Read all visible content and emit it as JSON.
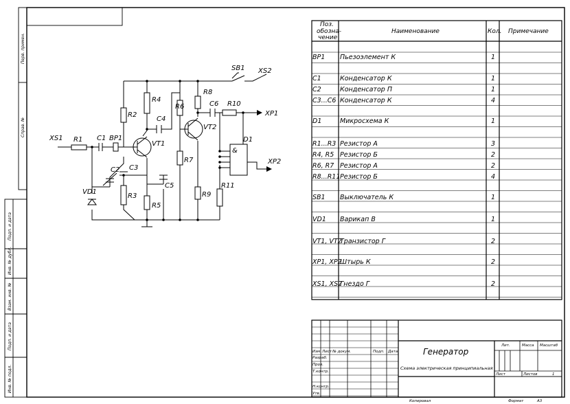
{
  "side_stamps": [
    "Перв. примен.",
    "Справ. №",
    "Подп. и дата",
    "Инв. № дубл.",
    "Взам. инв. №",
    "Подп. и дата",
    "Инв. № подл."
  ],
  "schematic": {
    "connectors": [
      "XS1",
      "XS2",
      "XP1",
      "XP2"
    ],
    "switch": "SB1",
    "resistors": [
      "R1",
      "R2",
      "R3",
      "R4",
      "R5",
      "R6",
      "R7",
      "R8",
      "R9",
      "R10",
      "R11"
    ],
    "capacitors": [
      "C1",
      "C2",
      "C3",
      "C4",
      "C5",
      "C6"
    ],
    "piezo": "BP1",
    "transistors": [
      "VT1",
      "VT2"
    ],
    "diode": "VD1",
    "chip": "D1",
    "gate_symbol": "&"
  },
  "parts_list": {
    "headers": {
      "pos": [
        "Поз.",
        "обозна-",
        "чение"
      ],
      "name": "Наименование",
      "qty": "Кол.",
      "note": "Примечание"
    },
    "rows": [
      {
        "pos": "BP1",
        "name": "Пьезоэлемент К",
        "qty": "1"
      },
      {
        "pos": "C1",
        "name": "Конденсатор К",
        "qty": "1"
      },
      {
        "pos": "C2",
        "name": "Конденсатор П",
        "qty": "1"
      },
      {
        "pos": "C3...C6",
        "name": "Конденсатор К",
        "qty": "4"
      },
      {
        "pos": "D1",
        "name": "Микросхема К",
        "qty": "1"
      },
      {
        "pos": "R1...R3",
        "name": "Резистор А",
        "qty": "3"
      },
      {
        "pos": "R4, R5",
        "name": "Резистор Б",
        "qty": "2"
      },
      {
        "pos": "R6, R7",
        "name": "Резистор А",
        "qty": "2"
      },
      {
        "pos": "R8...R11",
        "name": "Резистор Б",
        "qty": "4"
      },
      {
        "pos": "SB1",
        "name": "Выключатель К",
        "qty": "1"
      },
      {
        "pos": "VD1",
        "name": "Варикап В",
        "qty": "1"
      },
      {
        "pos": "VT1, VT2",
        "name": "Транзистор Г",
        "qty": "2"
      },
      {
        "pos": "XP1, XP2",
        "name": "Штырь К",
        "qty": "2"
      },
      {
        "pos": "XS1, XS2",
        "name": "Гнездо Г",
        "qty": "2"
      }
    ]
  },
  "title_block": {
    "title": "Генератор",
    "subtitle": "Схема электрическая принципиальная",
    "col_headers": [
      "Изм.",
      "Лист",
      "№ докум.",
      "Подп.",
      "Дата"
    ],
    "row_labels": [
      "Разраб.",
      "Пров.",
      "Т.контр.",
      "Н.контр.",
      "Утв."
    ],
    "lit": "Лит.",
    "mass": "Масса",
    "scale": "Масштаб",
    "sheet": "Лист",
    "sheets": "Листов",
    "sheets_value": "1"
  },
  "footer": {
    "copied": "Копировал",
    "format": "Формат",
    "format_value": "А3"
  }
}
